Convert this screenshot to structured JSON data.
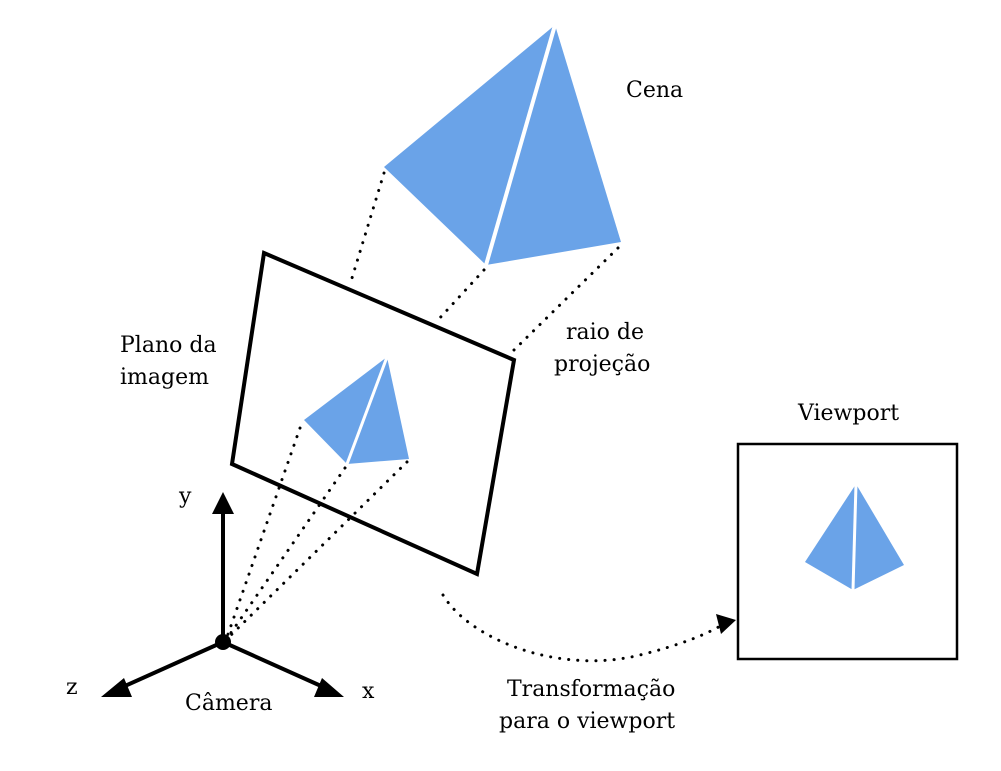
{
  "labels": {
    "scene": "Cena",
    "image_plane_line1": "Plano da",
    "image_plane_line2": "imagem",
    "ray_line1": "raio de",
    "ray_line2": "projeção",
    "viewport": "Viewport",
    "transform_line1": "Transformação",
    "transform_line2": "para o viewport",
    "camera": "Câmera",
    "axis_x": "x",
    "axis_y": "y",
    "axis_z": "z"
  },
  "colors": {
    "pyramid_fill": "#6aa3e8",
    "pyramid_edge": "#ffffff",
    "stroke": "#000000",
    "background": "#ffffff"
  }
}
